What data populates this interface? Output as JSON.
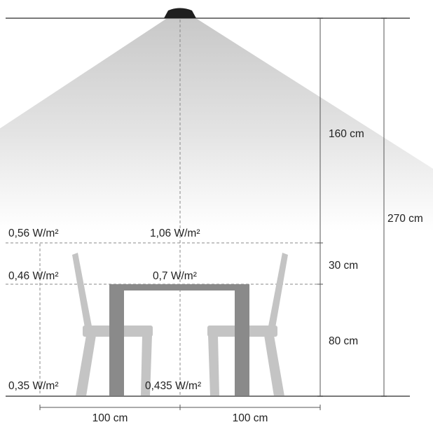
{
  "dimensions": {
    "upper_height": "160 cm",
    "total_height": "270 cm",
    "middle_height": "30 cm",
    "table_height": "80 cm",
    "left_width": "100 cm",
    "right_width": "100 cm"
  },
  "irradiance": {
    "upper_left": "0,56 W/m²",
    "upper_center": "1,06 W/m²",
    "table_left": "0,46 W/m²",
    "table_center": "0,7 W/m²",
    "floor_left": "0,35 W/m²",
    "floor_center": "0,435 W/m²"
  },
  "colors": {
    "lamp": "#1f1f1f",
    "lines": "#7a7a7a",
    "chair": "#c4c4c4",
    "table": "#8a8a8a"
  }
}
